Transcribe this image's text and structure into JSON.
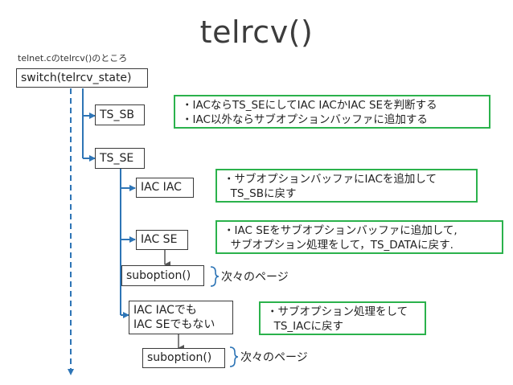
{
  "title": "telrcv()",
  "subtitle": "telnet.cのtelrcv()のところ",
  "nodes": {
    "root": "switch(telrcv_state)",
    "ts_sb": "TS_SB",
    "ts_se": "TS_SE",
    "iac_iac": "IAC IAC",
    "iac_se": "IAC SE",
    "suboption1": "suboption()",
    "neither_line1": "IAC IACでも",
    "neither_line2": "IAC SEでもない",
    "suboption2": "suboption()"
  },
  "notes": {
    "ts_sb": [
      "・IACならTS_SEにしてIAC IACかIAC SEを判断する",
      "・IAC以外ならサブオプションバッファに追加する"
    ],
    "iac_iac": [
      "・サブオプションバッファにIACを追加して",
      "  TS_SBに戻す"
    ],
    "iac_se": [
      "・IAC SEをサブオプションバッファに追加して,",
      "  サブオプション処理をして，TS_DATAに戻す."
    ],
    "neither": [
      "・サブオプション処理をして",
      "  TS_IACに戻す"
    ]
  },
  "labels": {
    "next_page_1": "次々のページ",
    "next_page_2": "次々のページ"
  },
  "colors": {
    "connector": "#2e75b6",
    "note_border": "#2bb24c",
    "box_border": "#3a3a3a"
  }
}
